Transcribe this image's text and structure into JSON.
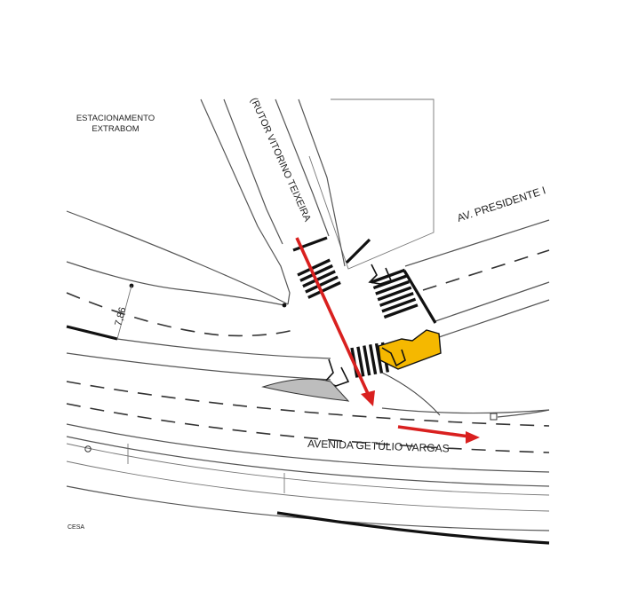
{
  "labels": {
    "parking": [
      "ESTACIONAMENTO",
      "EXTRABOM"
    ],
    "street_vitorino": "(RUTOR VITORINO TEIXEIRA",
    "street_presidente": "AV. PRESIDENTE  I",
    "street_getulio": "AVENIDA GETÚLIO VARGAS",
    "dimension": "7,86",
    "credit": "CESA"
  },
  "colors": {
    "arrow": "#d9201f",
    "island_fill": "#f5b800",
    "line": "#555555"
  }
}
